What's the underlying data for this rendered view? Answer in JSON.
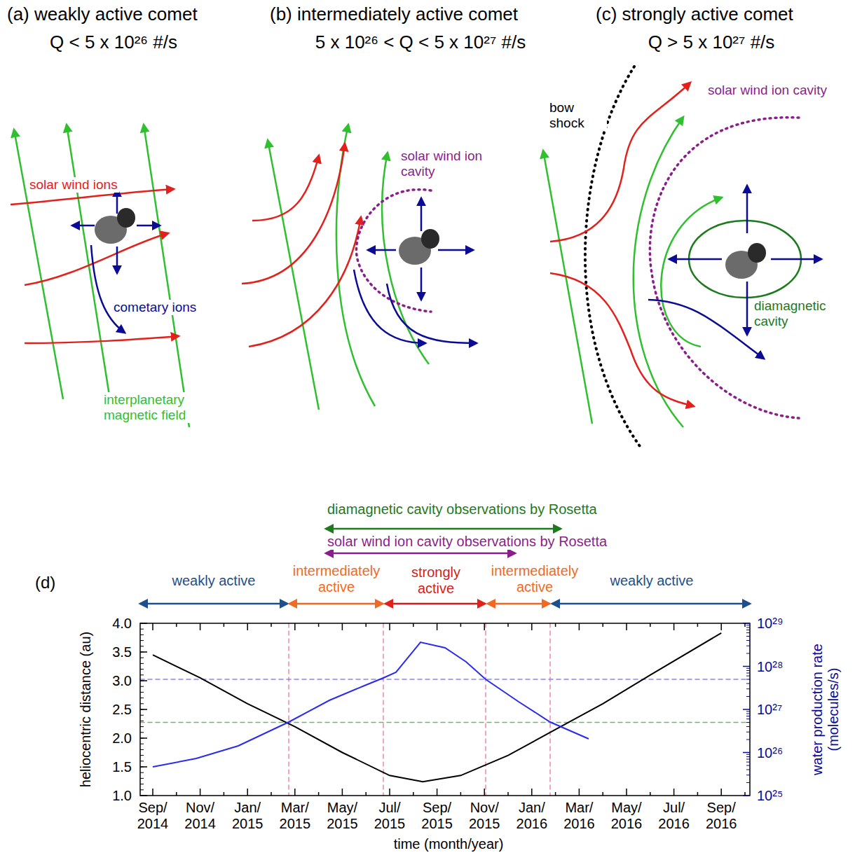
{
  "diagram": {
    "labels": [
      "(a) weakly active comet",
      "Q < 5 x 10²⁶ #/s",
      "(b) intermediately active comet",
      "5 x 10²⁶ < Q < 5 x 10²⁷ #/s",
      "(c) strongly active comet",
      "Q > 5 x 10²⁷ #/s",
      "solar wind ions",
      "cometary ions",
      "interplanetary magnetic field",
      "solar wind ion cavity",
      "bow shock",
      "solar wind ion cavity",
      "diamagnetic cavity",
      "diamagnetic cavity observations by Rosetta",
      "solar wind ion cavity observations by Rosetta",
      "(d)",
      "weakly active",
      "intermediately active",
      "strongly active",
      "intermediately active",
      "weakly active",
      "heliocentric distance (au)",
      "4.0",
      "3.5",
      "3.0",
      "2.5",
      "2.0",
      "1.5",
      "1.0",
      "10²⁹",
      "10²⁸",
      "10²⁷",
      "10²⁶",
      "10²⁵",
      "Sep/ 2014",
      "Nov/ 2014",
      "Jan/ 2015",
      "Mar/ 2015",
      "May/ 2015",
      "Jul/ 2015",
      "Sep/ 2015",
      "Nov/ 2015",
      "Jan/ 2016",
      "Mar/ 2016",
      "May/ 2016",
      "Jul/ 2016",
      "Sep/ 2016",
      "time (month/year)",
      "water production rate (molecules/s)"
    ]
  }
}
